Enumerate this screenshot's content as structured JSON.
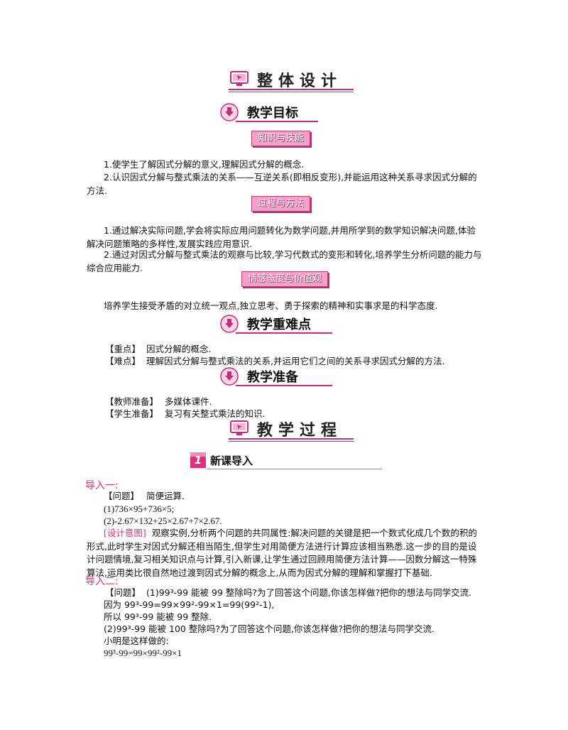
{
  "header_overall": {
    "title": "整体设计",
    "icon": "monitor-arrow-icon"
  },
  "goals": {
    "title": "教学目标",
    "knowledge": {
      "label": "知识与技能",
      "items": [
        "1.使学生了解因式分解的意义,理解因式分解的概念.",
        "2.认识因式分解与整式乘法的关系——互逆关系(即相反变形),并能运用这种关系寻求因式分解的方法."
      ]
    },
    "process": {
      "label": "过程与方法",
      "items": [
        "1.通过解决实际问题,学会将实际应用问题转化为数学问题,并用所学到的数学知识解决问题,体验解决问题策略的多样性,发展实践应用意识.",
        "2.通过对因式分解与整式乘法的观察与比较,学习代数式的变形和转化,培养学生分析问题的能力与综合应用能力."
      ]
    },
    "emotion": {
      "label": "情感态度与价值观",
      "text": "培养学生接受矛盾的对立统一观点,独立思考、勇于探索的精神和实事求是的科学态度."
    }
  },
  "key_points": {
    "title": "教学重难点",
    "focus_tag": "【重点】",
    "focus_text": "因式分解的概念.",
    "difficulty_tag": "【难点】",
    "difficulty_text": "理解因式分解与整式乘法的关系,并运用它们之间的关系寻求因式分解的方法."
  },
  "preparation": {
    "title": "教学准备",
    "teacher_tag": "【教师准备】",
    "teacher_text": "多媒体课件.",
    "student_tag": "【学生准备】",
    "student_text": "复习有关整式乘法的知识."
  },
  "header_process": {
    "title": "教学过程"
  },
  "section1": {
    "number": "1",
    "title": "新课导入"
  },
  "intro1": {
    "heading": "导入一:",
    "question_tag": "【问题】",
    "question_text": "简便运算.",
    "q1": "(1)736×95+736×5;",
    "q2": "(2)-2.67×132+25×2.67+7×2.67.",
    "design_tag": "[设计意图]",
    "design_text": "观察实例,分析两个问题的共同属性:解决问题的关键是把一个数式化成几个数的积的形式,此时学生对因式分解还相当陌生,但学生对用简便方法进行计算应该相当熟悉.这一步的目的是设计问题情境,复习相关知识点与计算,引入新课,让学生通过回顾用简便方法计算——因数分解这一特殊算法,运用类比很自然地过渡到因式分解的概念上,从而为因式分解的理解和掌握打下基础."
  },
  "intro2": {
    "heading": "导入二:",
    "question_tag": "【问题】",
    "line1": "(1)99³-99 能被 99 整除吗?为了回答这个问题,你该怎样做?把你的想法与同学交流.",
    "line2": "因为 99³-99=99×99²-99×1=99(99²-1),",
    "line3": "所以 99³-99 能被 99 整除.",
    "line4": "(2)99³-99 能被 100 整除吗?为了回答这个问题,你该怎样做?把你的想法与同学交流.",
    "line5": "小明是这样做的:",
    "line6": "99³-99=99×99²-99×1"
  },
  "colors": {
    "accent": "#e0307e",
    "label_bg": "#f4a0c8",
    "rule": "#d02a7a"
  }
}
